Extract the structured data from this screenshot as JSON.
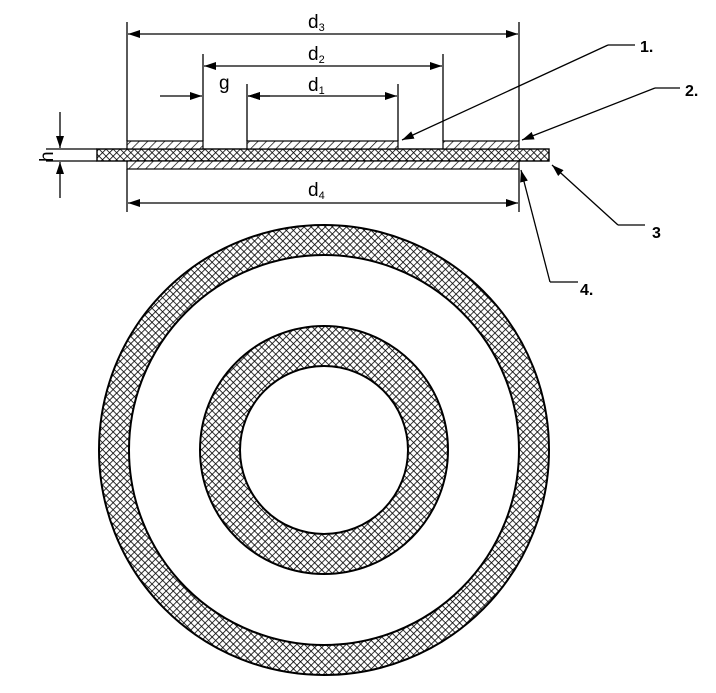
{
  "dimensions": {
    "d3": {
      "main": "d",
      "sub": "3"
    },
    "d2": {
      "main": "d",
      "sub": "2"
    },
    "d1": {
      "main": "d",
      "sub": "1"
    },
    "d4": {
      "main": "d",
      "sub": "4"
    },
    "g": "g",
    "h": "h"
  },
  "callouts": {
    "c1": "1.",
    "c2": "2.",
    "c3": "3",
    "c4": "4."
  },
  "colors": {
    "ink": "#000000",
    "background": "#ffffff"
  }
}
